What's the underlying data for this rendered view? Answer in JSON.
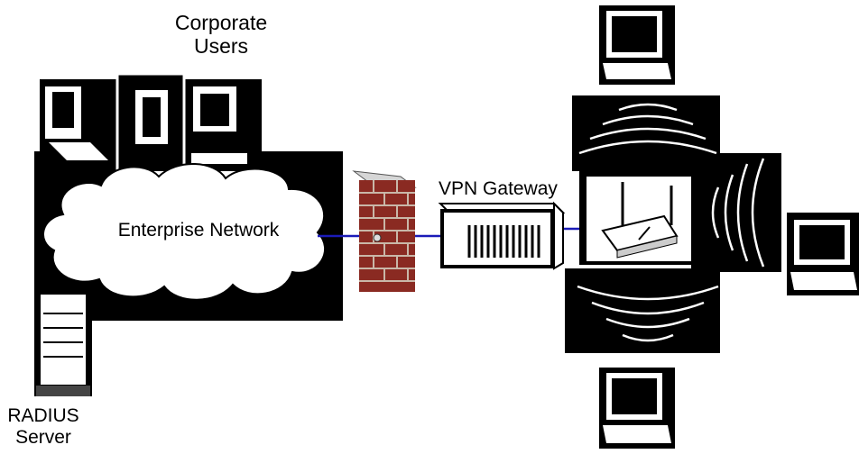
{
  "labels": {
    "corporate_users": [
      "Corporate",
      "Users"
    ],
    "enterprise_network": "Enterprise Network",
    "vpn_gateway": "VPN Gateway",
    "radius_server": [
      "RADIUS",
      "Server"
    ]
  },
  "colors": {
    "link": "#1b1bb8",
    "brick": "#8a2a22",
    "mortar": "#c9b7a8",
    "background": "#ffffff",
    "black": "#000000"
  },
  "icons": [
    "laptop-icon",
    "wireless-waves-icon",
    "access-point-icon",
    "firewall-icon",
    "vpn-gateway-icon",
    "cloud-icon",
    "user-workstation-icon",
    "radius-server-icon"
  ]
}
